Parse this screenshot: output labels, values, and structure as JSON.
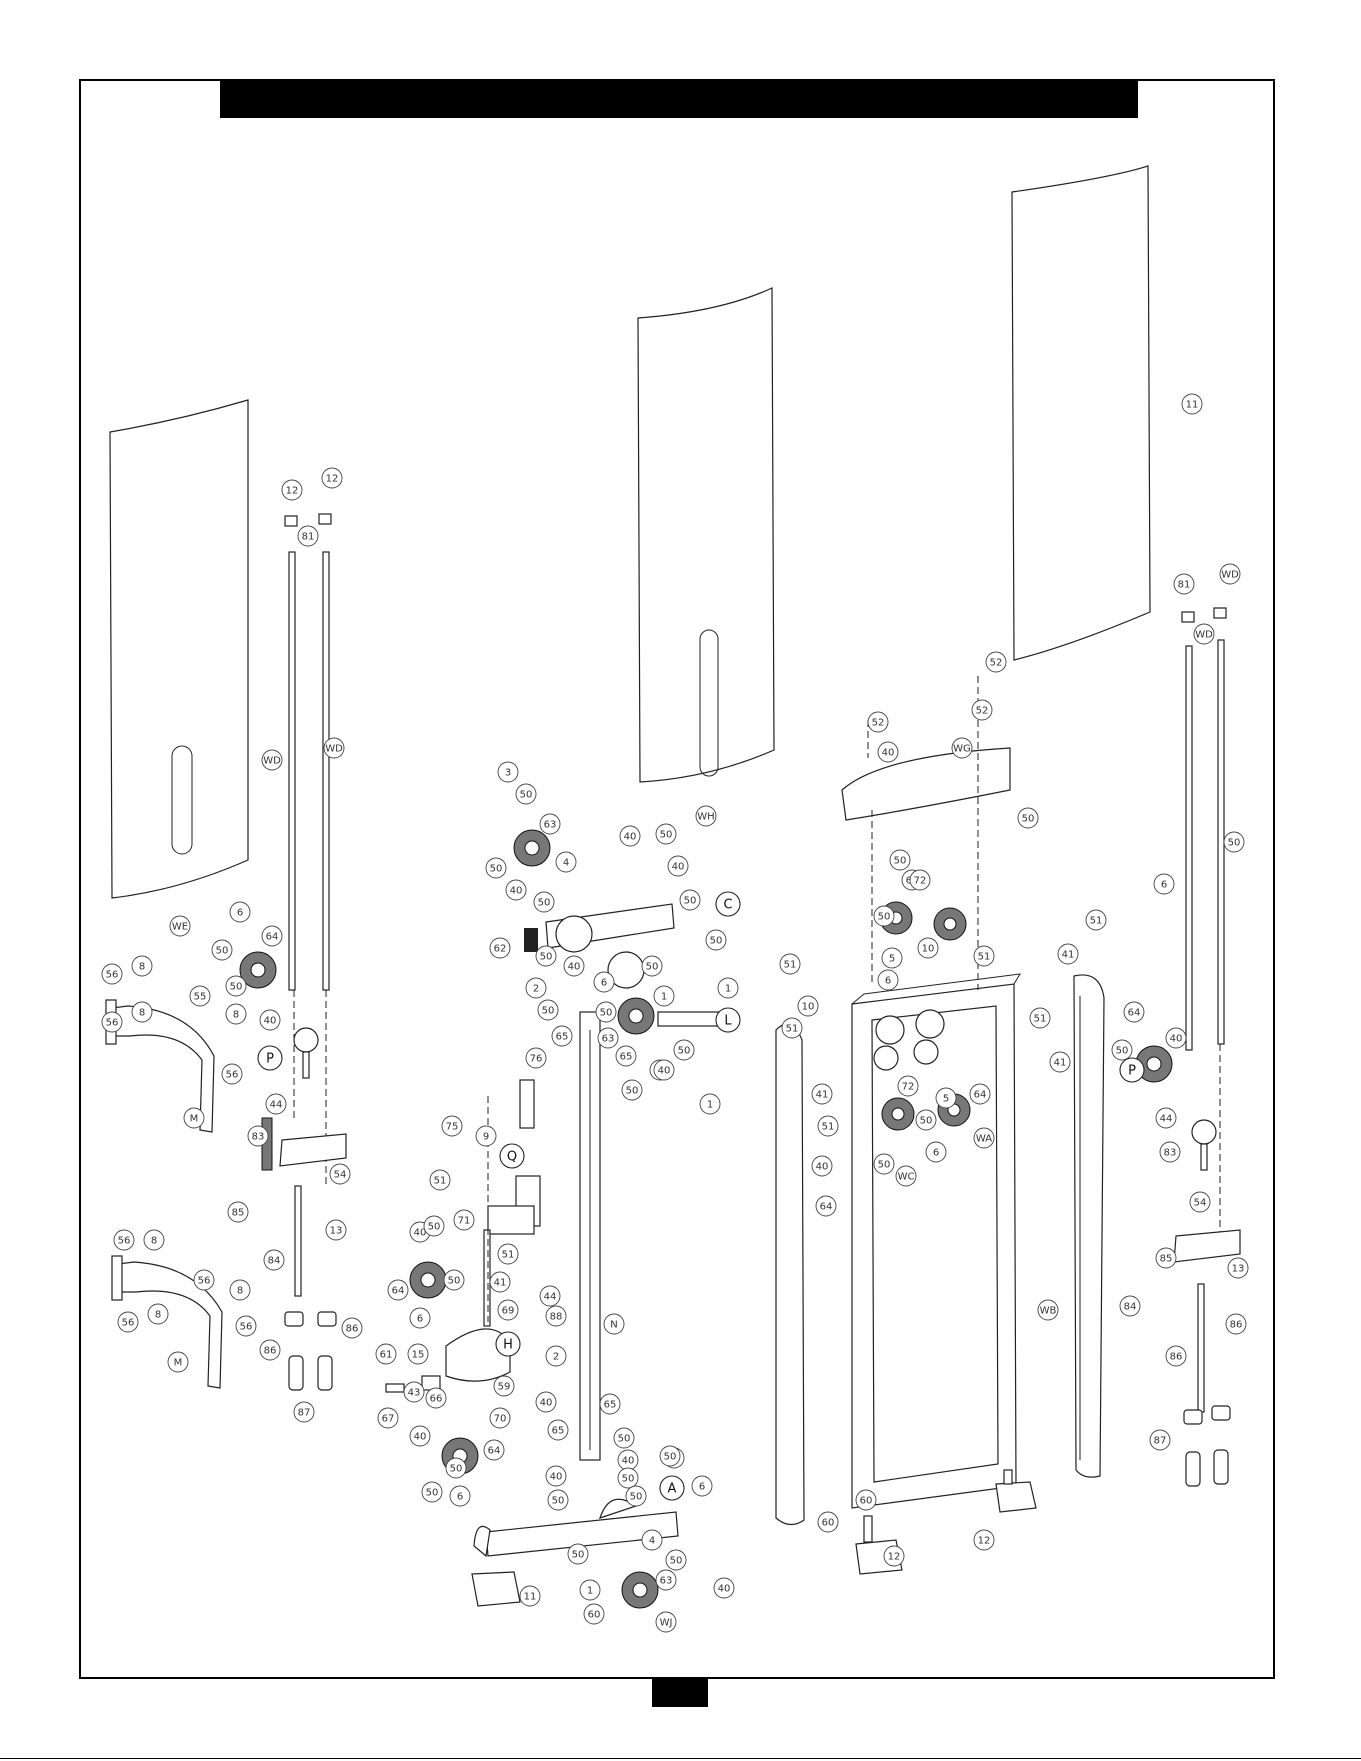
{
  "header": {
    "title": ""
  },
  "footer": {
    "page_number": ""
  },
  "colors": {
    "line": "#222222",
    "background": "#ffffff",
    "bar": "#000000"
  },
  "callouts": [
    {
      "label": "WE",
      "big": false
    },
    {
      "label": "WD",
      "big": false
    },
    {
      "label": "WD",
      "big": false
    },
    {
      "label": "12",
      "big": false
    },
    {
      "label": "12",
      "big": false
    },
    {
      "label": "81",
      "big": false
    },
    {
      "label": "6",
      "big": false
    },
    {
      "label": "50",
      "big": false
    },
    {
      "label": "64",
      "big": false
    },
    {
      "label": "50",
      "big": false
    },
    {
      "label": "40",
      "big": false
    },
    {
      "label": "P",
      "big": true
    },
    {
      "label": "44",
      "big": false
    },
    {
      "label": "83",
      "big": false
    },
    {
      "label": "54",
      "big": false
    },
    {
      "label": "13",
      "big": false
    },
    {
      "label": "85",
      "big": false
    },
    {
      "label": "84",
      "big": false
    },
    {
      "label": "86",
      "big": false
    },
    {
      "label": "86",
      "big": false
    },
    {
      "label": "87",
      "big": false
    },
    {
      "label": "56",
      "big": false
    },
    {
      "label": "8",
      "big": false
    },
    {
      "label": "56",
      "big": false
    },
    {
      "label": "8",
      "big": false
    },
    {
      "label": "55",
      "big": false
    },
    {
      "label": "8",
      "big": false
    },
    {
      "label": "56",
      "big": false
    },
    {
      "label": "M",
      "big": false
    },
    {
      "label": "56",
      "big": false
    },
    {
      "label": "8",
      "big": false
    },
    {
      "label": "56",
      "big": false
    },
    {
      "label": "8",
      "big": false
    },
    {
      "label": "8",
      "big": false
    },
    {
      "label": "56",
      "big": false
    },
    {
      "label": "56",
      "big": false
    },
    {
      "label": "M",
      "big": false
    },
    {
      "label": "WH",
      "big": false
    },
    {
      "label": "3",
      "big": false
    },
    {
      "label": "50",
      "big": false
    },
    {
      "label": "63",
      "big": false
    },
    {
      "label": "50",
      "big": false
    },
    {
      "label": "40",
      "big": false
    },
    {
      "label": "4",
      "big": false
    },
    {
      "label": "50",
      "big": false
    },
    {
      "label": "62",
      "big": false
    },
    {
      "label": "50",
      "big": false
    },
    {
      "label": "40",
      "big": false
    },
    {
      "label": "40",
      "big": false
    },
    {
      "label": "50",
      "big": false
    },
    {
      "label": "40",
      "big": false
    },
    {
      "label": "50",
      "big": false
    },
    {
      "label": "C",
      "big": true
    },
    {
      "label": "50",
      "big": false
    },
    {
      "label": "50",
      "big": false
    },
    {
      "label": "6",
      "big": false
    },
    {
      "label": "1",
      "big": false
    },
    {
      "label": "1",
      "big": false
    },
    {
      "label": "2",
      "big": false
    },
    {
      "label": "50",
      "big": false
    },
    {
      "label": "50",
      "big": false
    },
    {
      "label": "63",
      "big": false
    },
    {
      "label": "65",
      "big": false
    },
    {
      "label": "65",
      "big": false
    },
    {
      "label": "L",
      "big": true
    },
    {
      "label": "50",
      "big": false
    },
    {
      "label": "40",
      "big": false
    },
    {
      "label": "50",
      "big": false
    },
    {
      "label": "40",
      "big": false
    },
    {
      "label": "1",
      "big": false
    },
    {
      "label": "76",
      "big": false
    },
    {
      "label": "75",
      "big": false
    },
    {
      "label": "9",
      "big": false
    },
    {
      "label": "Q",
      "big": true
    },
    {
      "label": "51",
      "big": false
    },
    {
      "label": "40",
      "big": false
    },
    {
      "label": "50",
      "big": false
    },
    {
      "label": "71",
      "big": false
    },
    {
      "label": "51",
      "big": false
    },
    {
      "label": "64",
      "big": false
    },
    {
      "label": "50",
      "big": false
    },
    {
      "label": "41",
      "big": false
    },
    {
      "label": "6",
      "big": false
    },
    {
      "label": "69",
      "big": false
    },
    {
      "label": "44",
      "big": false
    },
    {
      "label": "88",
      "big": false
    },
    {
      "label": "H",
      "big": true
    },
    {
      "label": "N",
      "big": false
    },
    {
      "label": "61",
      "big": false
    },
    {
      "label": "15",
      "big": false
    },
    {
      "label": "43",
      "big": false
    },
    {
      "label": "66",
      "big": false
    },
    {
      "label": "59",
      "big": false
    },
    {
      "label": "67",
      "big": false
    },
    {
      "label": "70",
      "big": false
    },
    {
      "label": "40",
      "big": false
    },
    {
      "label": "64",
      "big": false
    },
    {
      "label": "50",
      "big": false
    },
    {
      "label": "50",
      "big": false
    },
    {
      "label": "6",
      "big": false
    },
    {
      "label": "2",
      "big": false
    },
    {
      "label": "40",
      "big": false
    },
    {
      "label": "65",
      "big": false
    },
    {
      "label": "65",
      "big": false
    },
    {
      "label": "50",
      "big": false
    },
    {
      "label": "40",
      "big": false
    },
    {
      "label": "50",
      "big": false
    },
    {
      "label": "50",
      "big": false
    },
    {
      "label": "40",
      "big": false
    },
    {
      "label": "A",
      "big": true
    },
    {
      "label": "50",
      "big": false
    },
    {
      "label": "50",
      "big": false
    },
    {
      "label": "6",
      "big": false
    },
    {
      "label": "50",
      "big": false
    },
    {
      "label": "50",
      "big": false
    },
    {
      "label": "4",
      "big": false
    },
    {
      "label": "50",
      "big": false
    },
    {
      "label": "1",
      "big": false
    },
    {
      "label": "63",
      "big": false
    },
    {
      "label": "40",
      "big": false
    },
    {
      "label": "60",
      "big": false
    },
    {
      "label": "WJ",
      "big": false
    },
    {
      "label": "11",
      "big": false
    },
    {
      "label": "11",
      "big": false
    },
    {
      "label": "52",
      "big": false
    },
    {
      "label": "52",
      "big": false
    },
    {
      "label": "52",
      "big": false
    },
    {
      "label": "WG",
      "big": false
    },
    {
      "label": "40",
      "big": false
    },
    {
      "label": "50",
      "big": false
    },
    {
      "label": "50",
      "big": false
    },
    {
      "label": "64",
      "big": false
    },
    {
      "label": "50",
      "big": false
    },
    {
      "label": "72",
      "big": false
    },
    {
      "label": "5",
      "big": false
    },
    {
      "label": "6",
      "big": false
    },
    {
      "label": "10",
      "big": false
    },
    {
      "label": "51",
      "big": false
    },
    {
      "label": "51",
      "big": false
    },
    {
      "label": "10",
      "big": false
    },
    {
      "label": "51",
      "big": false
    },
    {
      "label": "51",
      "big": false
    },
    {
      "label": "41",
      "big": false
    },
    {
      "label": "51",
      "big": false
    },
    {
      "label": "41",
      "big": false
    },
    {
      "label": "51",
      "big": false
    },
    {
      "label": "41",
      "big": false
    },
    {
      "label": "40",
      "big": false
    },
    {
      "label": "64",
      "big": false
    },
    {
      "label": "72",
      "big": false
    },
    {
      "label": "50",
      "big": false
    },
    {
      "label": "64",
      "big": false
    },
    {
      "label": "50",
      "big": false
    },
    {
      "label": "5",
      "big": false
    },
    {
      "label": "6",
      "big": false
    },
    {
      "label": "WC",
      "big": false
    },
    {
      "label": "WA",
      "big": false
    },
    {
      "label": "WB",
      "big": false
    },
    {
      "label": "60",
      "big": false
    },
    {
      "label": "60",
      "big": false
    },
    {
      "label": "12",
      "big": false
    },
    {
      "label": "12",
      "big": false
    },
    {
      "label": "81",
      "big": false
    },
    {
      "label": "WD",
      "big": false
    },
    {
      "label": "WD",
      "big": false
    },
    {
      "label": "6",
      "big": false
    },
    {
      "label": "50",
      "big": false
    },
    {
      "label": "64",
      "big": false
    },
    {
      "label": "50",
      "big": false
    },
    {
      "label": "40",
      "big": false
    },
    {
      "label": "P",
      "big": true
    },
    {
      "label": "44",
      "big": false
    },
    {
      "label": "83",
      "big": false
    },
    {
      "label": "54",
      "big": false
    },
    {
      "label": "85",
      "big": false
    },
    {
      "label": "13",
      "big": false
    },
    {
      "label": "84",
      "big": false
    },
    {
      "label": "86",
      "big": false
    },
    {
      "label": "86",
      "big": false
    },
    {
      "label": "87",
      "big": false
    }
  ]
}
